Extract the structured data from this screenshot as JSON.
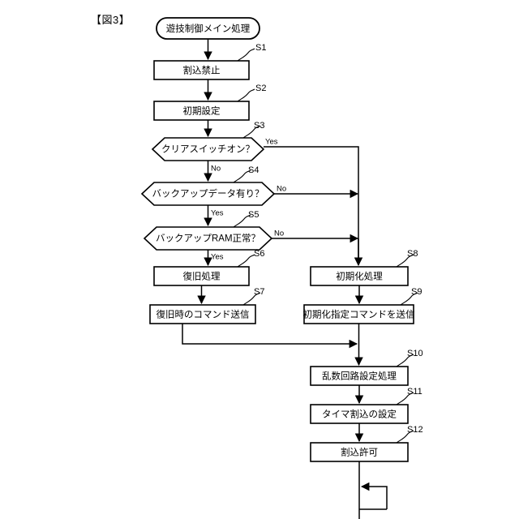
{
  "figure": {
    "title": "【図3】"
  },
  "flow": {
    "start": {
      "label": "遊技制御メイン処理",
      "shape": "terminal"
    },
    "nodes": [
      {
        "id": "S1",
        "step": "S1",
        "label": "割込禁止",
        "shape": "process",
        "column": "left"
      },
      {
        "id": "S2",
        "step": "S2",
        "label": "初期設定",
        "shape": "process",
        "column": "left"
      },
      {
        "id": "S3",
        "step": "S3",
        "label": "クリアスイッチオン？",
        "shape": "decision",
        "column": "left"
      },
      {
        "id": "S4",
        "step": "S4",
        "label": "バックアップデータ有り？",
        "shape": "decision",
        "column": "left"
      },
      {
        "id": "S5",
        "step": "S5",
        "label": "バックアップRAM正常？",
        "shape": "decision",
        "column": "left"
      },
      {
        "id": "S6",
        "step": "S6",
        "label": "復旧処理",
        "shape": "process",
        "column": "left"
      },
      {
        "id": "S7",
        "step": "S7",
        "label": "復旧時のコマンド送信",
        "shape": "process",
        "column": "left"
      },
      {
        "id": "S8",
        "step": "S8",
        "label": "初期化処理",
        "shape": "process",
        "column": "right"
      },
      {
        "id": "S9",
        "step": "S9",
        "label": "初期化指定コマンドを送信",
        "shape": "process",
        "column": "right"
      },
      {
        "id": "S10",
        "step": "S10",
        "label": "乱数回路設定処理",
        "shape": "process",
        "column": "right"
      },
      {
        "id": "S11",
        "step": "S11",
        "label": "タイマ割込の設定",
        "shape": "process",
        "column": "right"
      },
      {
        "id": "S12",
        "step": "S12",
        "label": "割込許可",
        "shape": "process",
        "column": "right"
      }
    ],
    "branches": [
      {
        "from": "S3",
        "label": "Yes",
        "direction": "right"
      },
      {
        "from": "S3",
        "label": "No",
        "direction": "down"
      },
      {
        "from": "S4",
        "label": "No",
        "direction": "right"
      },
      {
        "from": "S4",
        "label": "Yes",
        "direction": "down"
      },
      {
        "from": "S5",
        "label": "No",
        "direction": "right"
      },
      {
        "from": "S5",
        "label": "Yes",
        "direction": "down"
      }
    ],
    "loop": {
      "from": "S12",
      "description": "loop-back"
    }
  },
  "colors": {
    "stroke": "#000000",
    "background": "#ffffff",
    "text": "#000000"
  }
}
